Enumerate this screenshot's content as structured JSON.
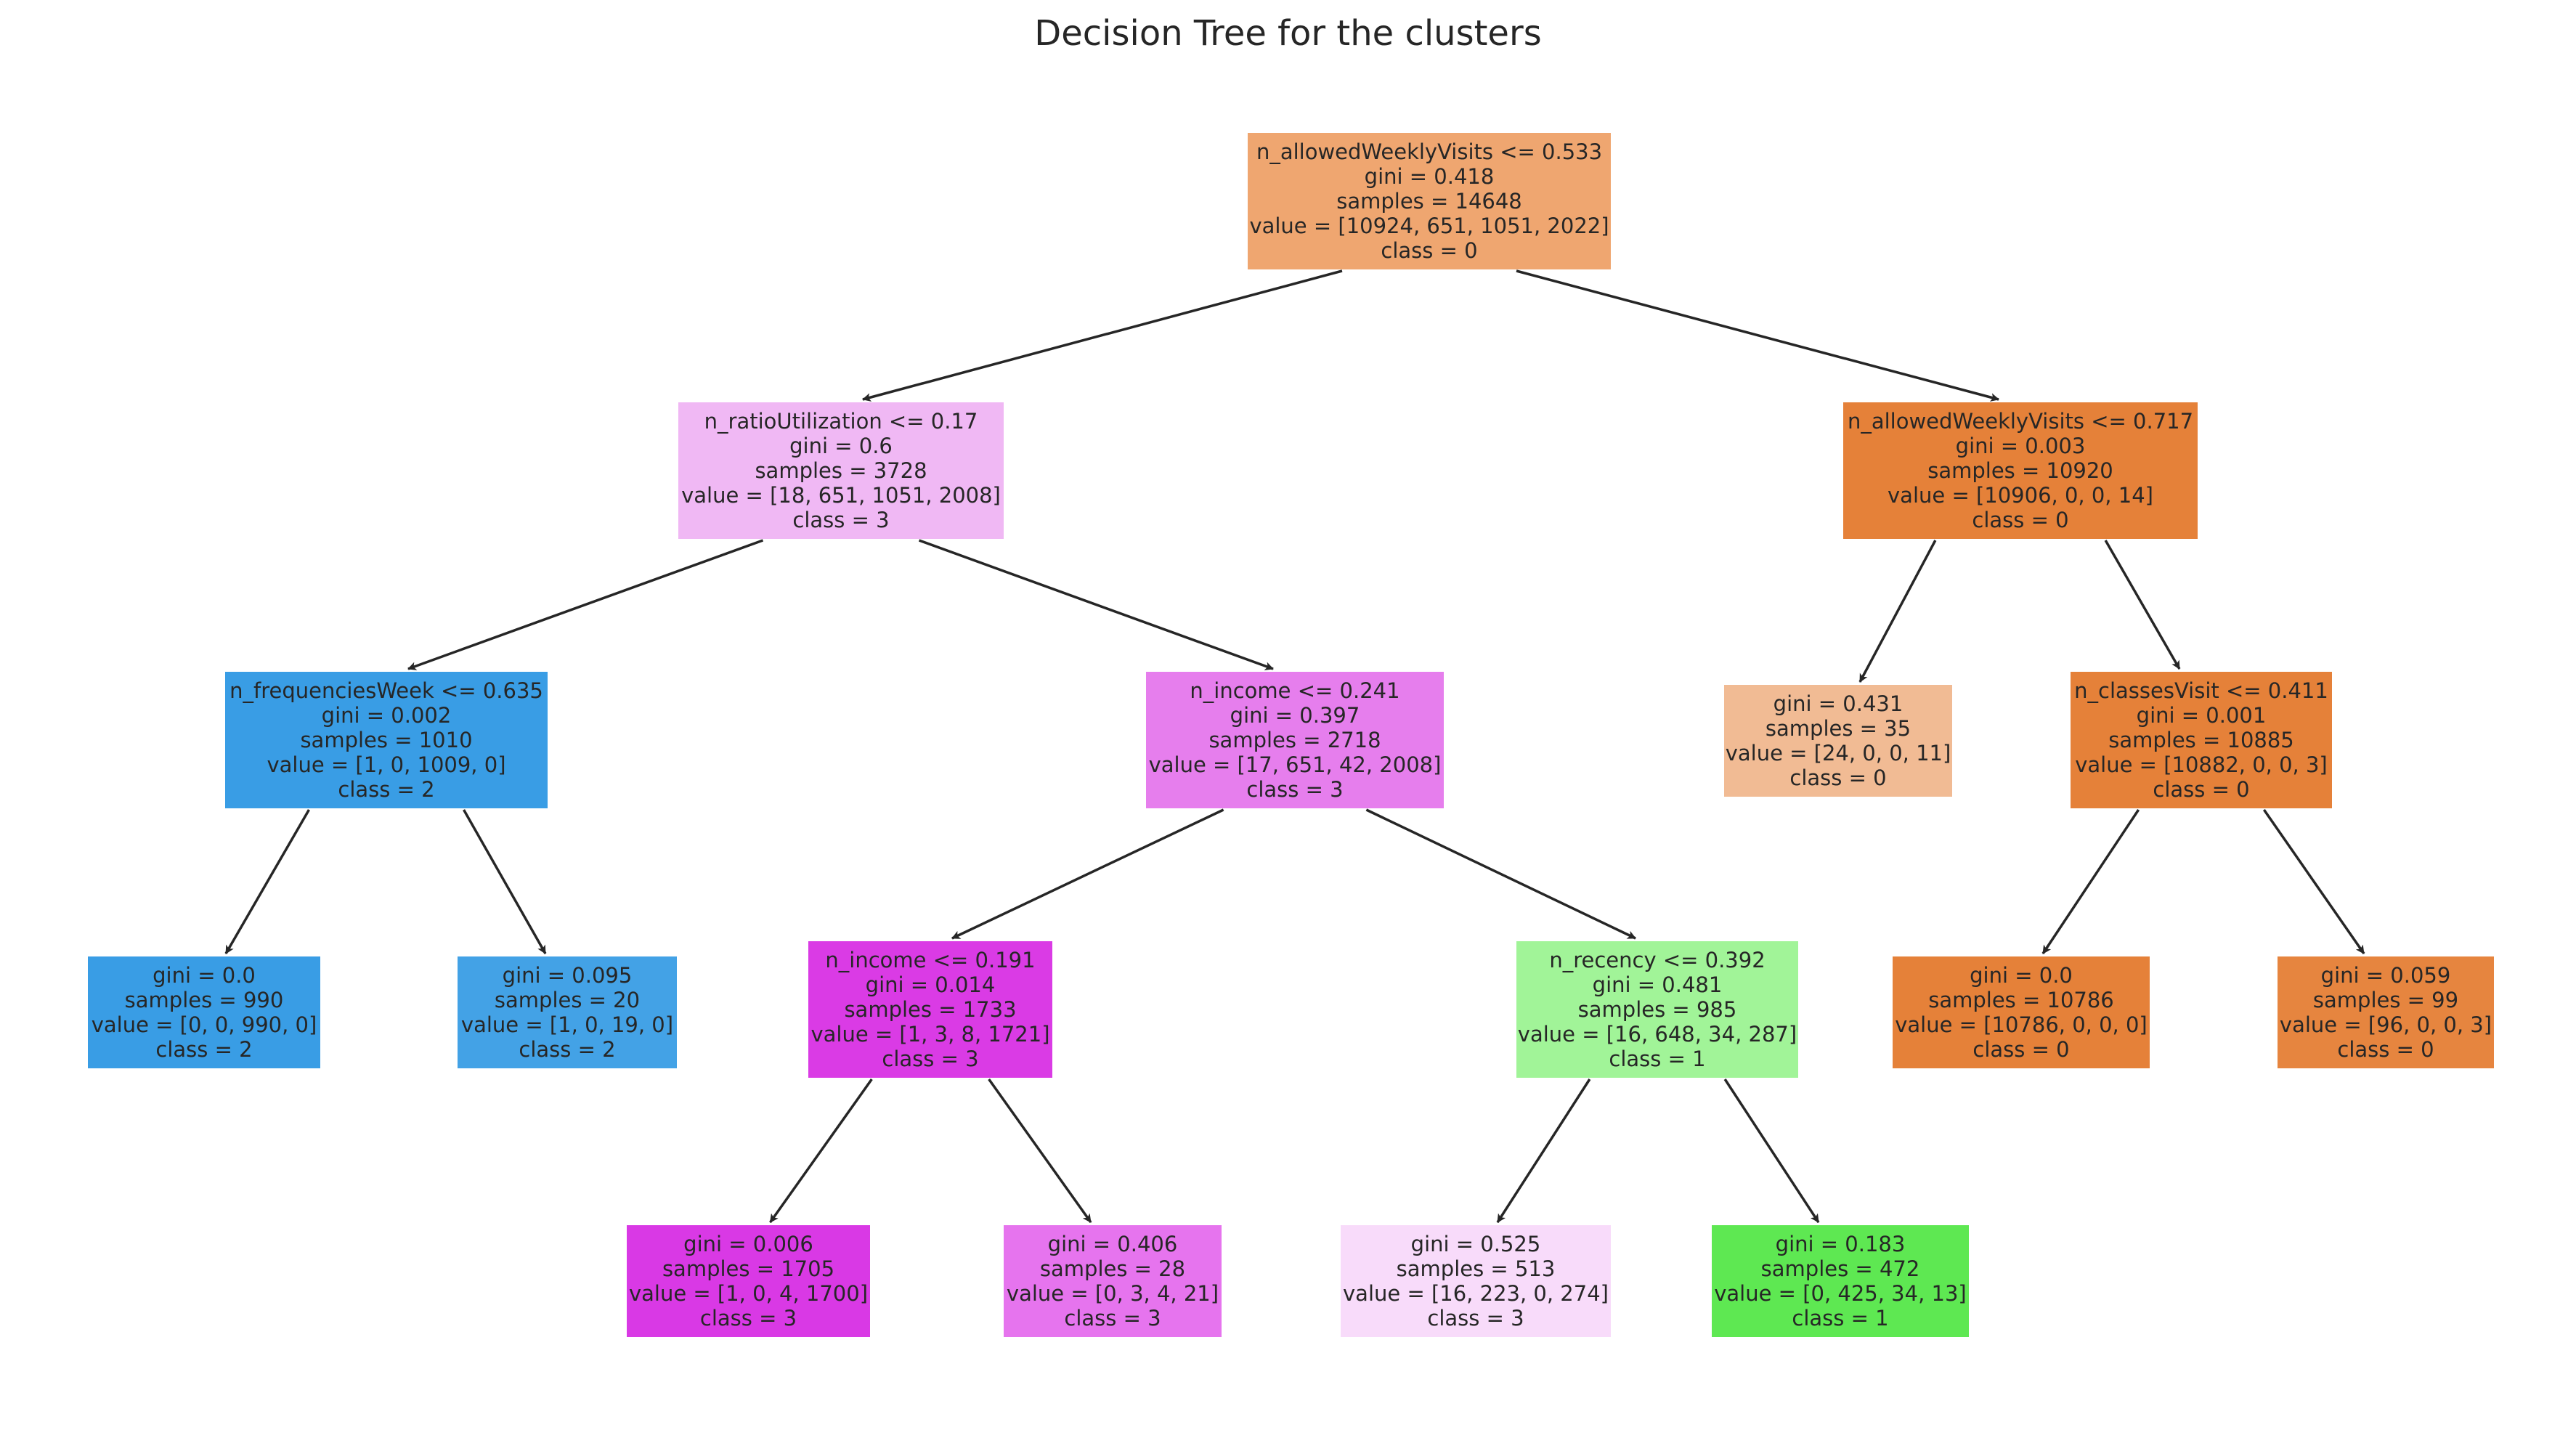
{
  "title": "Decision Tree for the clusters",
  "nodes": [
    {
      "id": "n0",
      "lines": [
        "n_allowedWeeklyVisits <= 0.533",
        "gini = 0.418",
        "samples = 14648",
        "value = [10924, 651, 1051, 2022]",
        "class = 0"
      ],
      "color": "#efa670"
    },
    {
      "id": "n1",
      "lines": [
        "n_ratioUtilization <= 0.17",
        "gini = 0.6",
        "samples = 3728",
        "value = [18, 651, 1051, 2008]",
        "class = 3"
      ],
      "color": "#f0b8f4"
    },
    {
      "id": "n2",
      "lines": [
        "n_frequenciesWeek <= 0.635",
        "gini = 0.002",
        "samples = 1010",
        "value = [1, 0, 1009, 0]",
        "class = 2"
      ],
      "color": "#399de5"
    },
    {
      "id": "n3",
      "lines": [
        "gini = 0.0",
        "samples = 990",
        "value = [0, 0, 990, 0]",
        "class = 2"
      ],
      "color": "#399de5"
    },
    {
      "id": "n4",
      "lines": [
        "gini = 0.095",
        "samples = 20",
        "value = [1, 0, 19, 0]",
        "class = 2"
      ],
      "color": "#43a2e6"
    },
    {
      "id": "n5",
      "lines": [
        "n_income <= 0.241",
        "gini = 0.397",
        "samples = 2718",
        "value = [17, 651, 42, 2008]",
        "class = 3"
      ],
      "color": "#e67eed"
    },
    {
      "id": "n6",
      "lines": [
        "n_income <= 0.191",
        "gini = 0.014",
        "samples = 1733",
        "value = [1, 3, 8, 1721]",
        "class = 3"
      ],
      "color": "#da3be5"
    },
    {
      "id": "n7",
      "lines": [
        "gini = 0.006",
        "samples = 1705",
        "value = [1, 0, 4, 1700]",
        "class = 3"
      ],
      "color": "#d939e5"
    },
    {
      "id": "n8",
      "lines": [
        "gini = 0.406",
        "samples = 28",
        "value = [0, 3, 4, 21]",
        "class = 3"
      ],
      "color": "#e674ee"
    },
    {
      "id": "n9",
      "lines": [
        "n_recency <= 0.392",
        "gini = 0.481",
        "samples = 985",
        "value = [16, 648, 34, 287]",
        "class = 1"
      ],
      "color": "#a1f498"
    },
    {
      "id": "n10",
      "lines": [
        "gini = 0.525",
        "samples = 513",
        "value = [16, 223, 0, 274]",
        "class = 3"
      ],
      "color": "#f8dbfa"
    },
    {
      "id": "n11",
      "lines": [
        "gini = 0.183",
        "samples = 472",
        "value = [0, 425, 34, 13]",
        "class = 1"
      ],
      "color": "#5ee852"
    },
    {
      "id": "n12",
      "lines": [
        "n_allowedWeeklyVisits <= 0.717",
        "gini = 0.003",
        "samples = 10920",
        "value = [10906, 0, 0, 14]",
        "class = 0"
      ],
      "color": "#e58139"
    },
    {
      "id": "n13",
      "lines": [
        "gini = 0.431",
        "samples = 35",
        "value = [24, 0, 0, 11]",
        "class = 0"
      ],
      "color": "#f1bb94"
    },
    {
      "id": "n14",
      "lines": [
        "n_classesVisit <= 0.411",
        "gini = 0.001",
        "samples = 10885",
        "value = [10882, 0, 0, 3]",
        "class = 0"
      ],
      "color": "#e58139"
    },
    {
      "id": "n15",
      "lines": [
        "gini = 0.0",
        "samples = 10786",
        "value = [10786, 0, 0, 0]",
        "class = 0"
      ],
      "color": "#e58139"
    },
    {
      "id": "n16",
      "lines": [
        "gini = 0.059",
        "samples = 99",
        "value = [96, 0, 0, 3]",
        "class = 0"
      ],
      "color": "#e6853f"
    }
  ],
  "edges": [
    [
      "n0",
      "n1"
    ],
    [
      "n0",
      "n12"
    ],
    [
      "n1",
      "n2"
    ],
    [
      "n1",
      "n5"
    ],
    [
      "n2",
      "n3"
    ],
    [
      "n2",
      "n4"
    ],
    [
      "n5",
      "n6"
    ],
    [
      "n5",
      "n9"
    ],
    [
      "n6",
      "n7"
    ],
    [
      "n6",
      "n8"
    ],
    [
      "n9",
      "n10"
    ],
    [
      "n9",
      "n11"
    ],
    [
      "n12",
      "n13"
    ],
    [
      "n12",
      "n14"
    ],
    [
      "n14",
      "n15"
    ],
    [
      "n14",
      "n16"
    ]
  ]
}
